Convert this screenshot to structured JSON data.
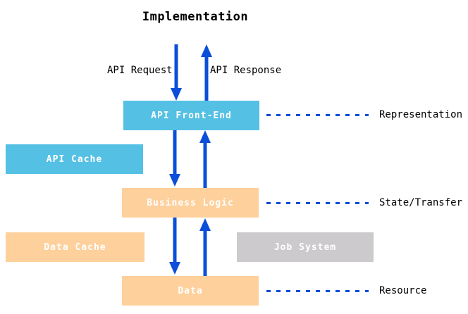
{
  "title": "Implementation",
  "flow_labels": {
    "api_request": "API Request",
    "api_response": "API Response"
  },
  "boxes": {
    "api_front_end": "API Front-End",
    "api_cache": "API Cache",
    "business_logic": "Business Logic",
    "data_cache": "Data Cache",
    "job_system": "Job System",
    "data": "Data"
  },
  "layer_labels": {
    "representation": "Representation",
    "state_transfer": "State/Transfer",
    "resource": "Resource"
  },
  "colors": {
    "blue_box": "#54c0e4",
    "orange_box": "#fdd09c",
    "gray_box": "#cccacd",
    "arrow": "#0b4ed8",
    "text": "#000000",
    "box_text": "#ffffff"
  }
}
